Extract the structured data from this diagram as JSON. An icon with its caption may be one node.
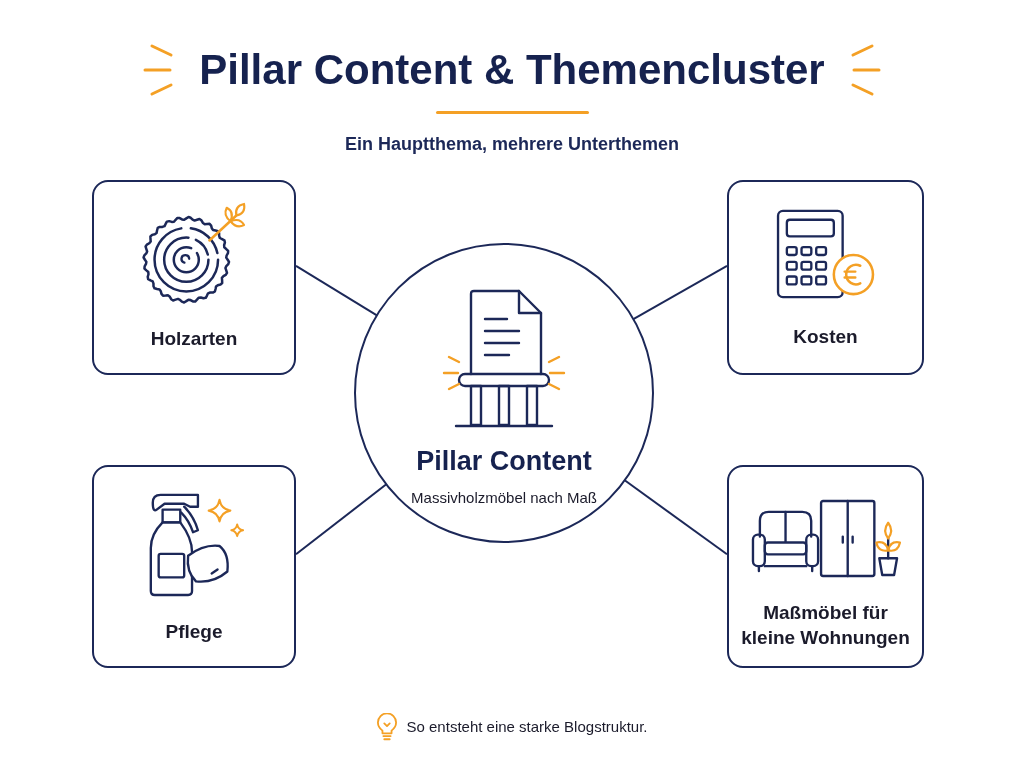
{
  "diagram": {
    "title": "Pillar Content & Themencluster",
    "nodes": [
      {
        "text": [
          "Holzarten"
        ]
      },
      {
        "text": [
          "Kosten"
        ]
      },
      {
        "text": [
          "Pillar Content",
          "Massivholzmöbel nach Maß"
        ]
      },
      {
        "text": [
          "Pflege"
        ]
      },
      {
        "text": [
          "Maßmöbel für kleine Wohnungen"
        ]
      }
    ],
    "edges": [
      {
        "from": 2,
        "to": 0,
        "arrow": "none"
      },
      {
        "from": 2,
        "to": 1,
        "arrow": "none"
      },
      {
        "from": 2,
        "to": 3,
        "arrow": "none"
      },
      {
        "from": 2,
        "to": 4,
        "arrow": "none"
      }
    ],
    "labels": [
      "Ein Hauptthema, mehrere Unterthemen",
      "So entsteht eine starke Blogstruktur."
    ]
  }
}
